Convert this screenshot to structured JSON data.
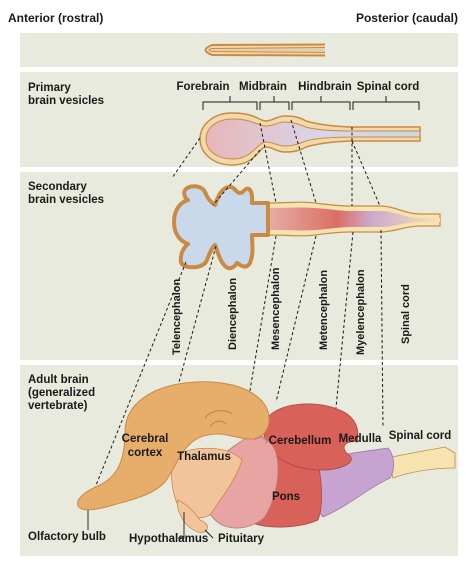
{
  "header": {
    "anterior": "Anterior (rostral)",
    "posterior": "Posterior (caudal)"
  },
  "panels": {
    "primary": {
      "title_line1": "Primary",
      "title_line2": "brain vesicles"
    },
    "secondary": {
      "title_line1": "Secondary",
      "title_line2": "brain vesicles"
    },
    "adult": {
      "title_line1": "Adult brain",
      "title_line2": "(generalized",
      "title_line3": "vertebrate)"
    }
  },
  "primary_vesicles": [
    "Forebrain",
    "Midbrain",
    "Hindbrain",
    "Spinal cord"
  ],
  "secondary_vesicles": [
    "Telencephalon",
    "Diencephalon",
    "Mesencephalon",
    "Metencephalon",
    "Myelencephalon",
    "Spinal cord"
  ],
  "adult_regions": {
    "cerebral_line1": "Cerebral",
    "cerebral_line2": "cortex",
    "thalamus": "Thalamus",
    "cerebellum": "Cerebellum",
    "medulla": "Medulla",
    "spinal_cord": "Spinal cord",
    "pons": "Pons",
    "olfactory_bulb": "Olfactory bulb",
    "hypothalamus": "Hypothalamus",
    "pituitary": "Pituitary"
  },
  "colors": {
    "panel": "#e7eadd",
    "tube": "#f2d9a9",
    "tube_outline": "#c98a45",
    "vesicle_fill": "#c9d8ea",
    "telencephalon": "#e6ad6b",
    "mesencephalon": "#e8a3a3",
    "metencephalon": "#d8615a",
    "myelencephalon": "#c6a3d0",
    "spinal": "#f6e3b0"
  }
}
